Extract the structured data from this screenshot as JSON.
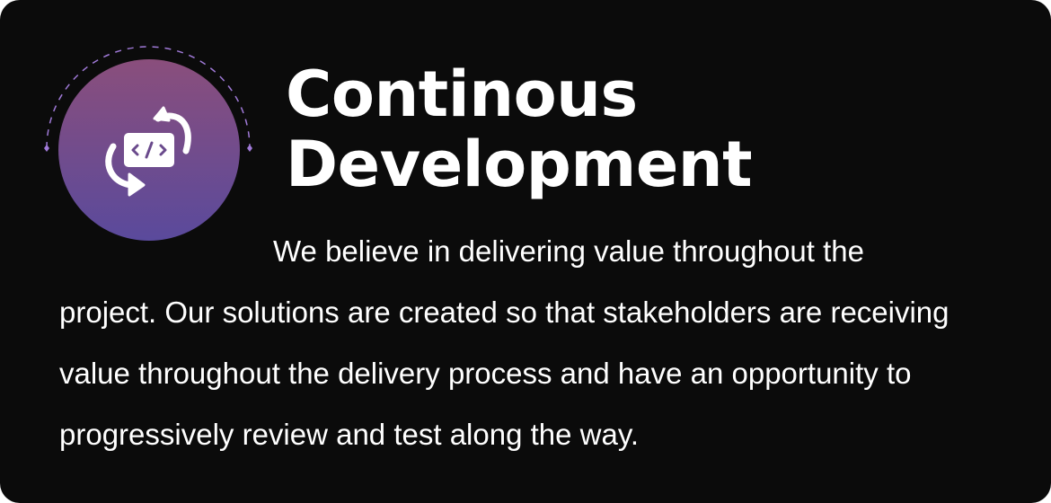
{
  "card": {
    "title_line1": "Continous",
    "title_line2": "Development",
    "description": "We believe in delivering value throughout the project. Our solutions are created so that stakeholders are receiving value throughout the delivery process and have an opportunity to progressively review and test along the way.",
    "icon": "code-refresh-icon"
  },
  "colors": {
    "background": "#0b0b0b",
    "text": "#ffffff",
    "gradient_top": "#8a4e7c",
    "gradient_bottom": "#5a4a9c",
    "accent_dashes": "#a07ad8"
  }
}
